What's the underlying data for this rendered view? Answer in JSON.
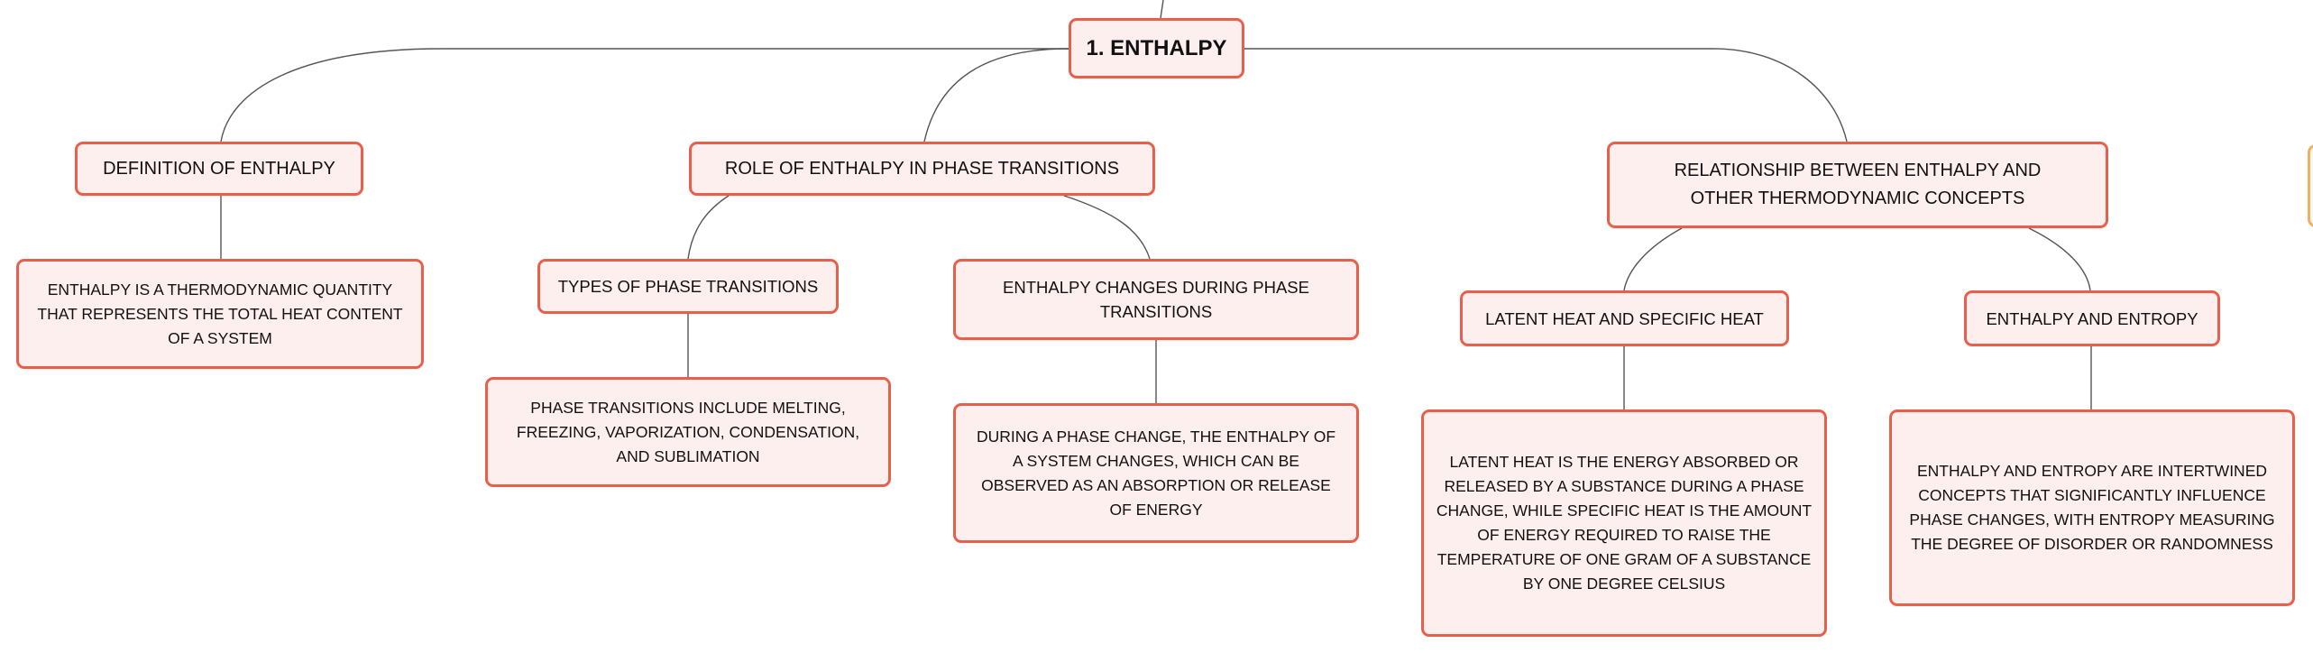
{
  "mindmap": {
    "root": {
      "label": "1. ENTHALPY"
    },
    "definition": {
      "label": "DEFINITION OF ENTHALPY",
      "detail": "ENTHALPY IS A THERMODYNAMIC QUANTITY THAT REPRESENTS THE TOTAL HEAT CONTENT OF A SYSTEM"
    },
    "phase_role": {
      "label": "ROLE OF ENTHALPY IN PHASE TRANSITIONS",
      "types": {
        "label": "TYPES OF PHASE TRANSITIONS",
        "detail": "PHASE TRANSITIONS INCLUDE MELTING, FREEZING, VAPORIZATION, CONDENSATION, AND SUBLIMATION"
      },
      "changes": {
        "label": "ENTHALPY CHANGES DURING PHASE TRANSITIONS",
        "detail": "DURING A PHASE CHANGE, THE ENTHALPY OF A SYSTEM CHANGES, WHICH CAN BE OBSERVED AS AN ABSORPTION OR RELEASE OF ENERGY"
      }
    },
    "relationship": {
      "label": "RELATIONSHIP BETWEEN ENTHALPY AND OTHER THERMODYNAMIC CONCEPTS",
      "latent": {
        "label": "LATENT HEAT AND SPECIFIC HEAT",
        "detail": "LATENT HEAT IS THE ENERGY ABSORBED OR RELEASED BY A SUBSTANCE DURING A PHASE CHANGE, WHILE SPECIFIC HEAT IS THE AMOUNT OF ENERGY REQUIRED TO RAISE THE TEMPERATURE OF ONE GRAM OF A SUBSTANCE BY ONE DEGREE CELSIUS"
      },
      "entropy": {
        "label": "ENTHALPY AND ENTROPY",
        "detail": "ENTHALPY AND ENTROPY ARE INTERTWINED CONCEPTS THAT SIGNIFICANTLY INFLUENCE PHASE CHANGES, WITH ENTROPY MEASURING THE DEGREE OF DISORDER OR RANDOMNESS"
      }
    }
  },
  "colors": {
    "node_border": "#e8604c",
    "node_fill": "#fdefed",
    "connector": "#555555"
  }
}
